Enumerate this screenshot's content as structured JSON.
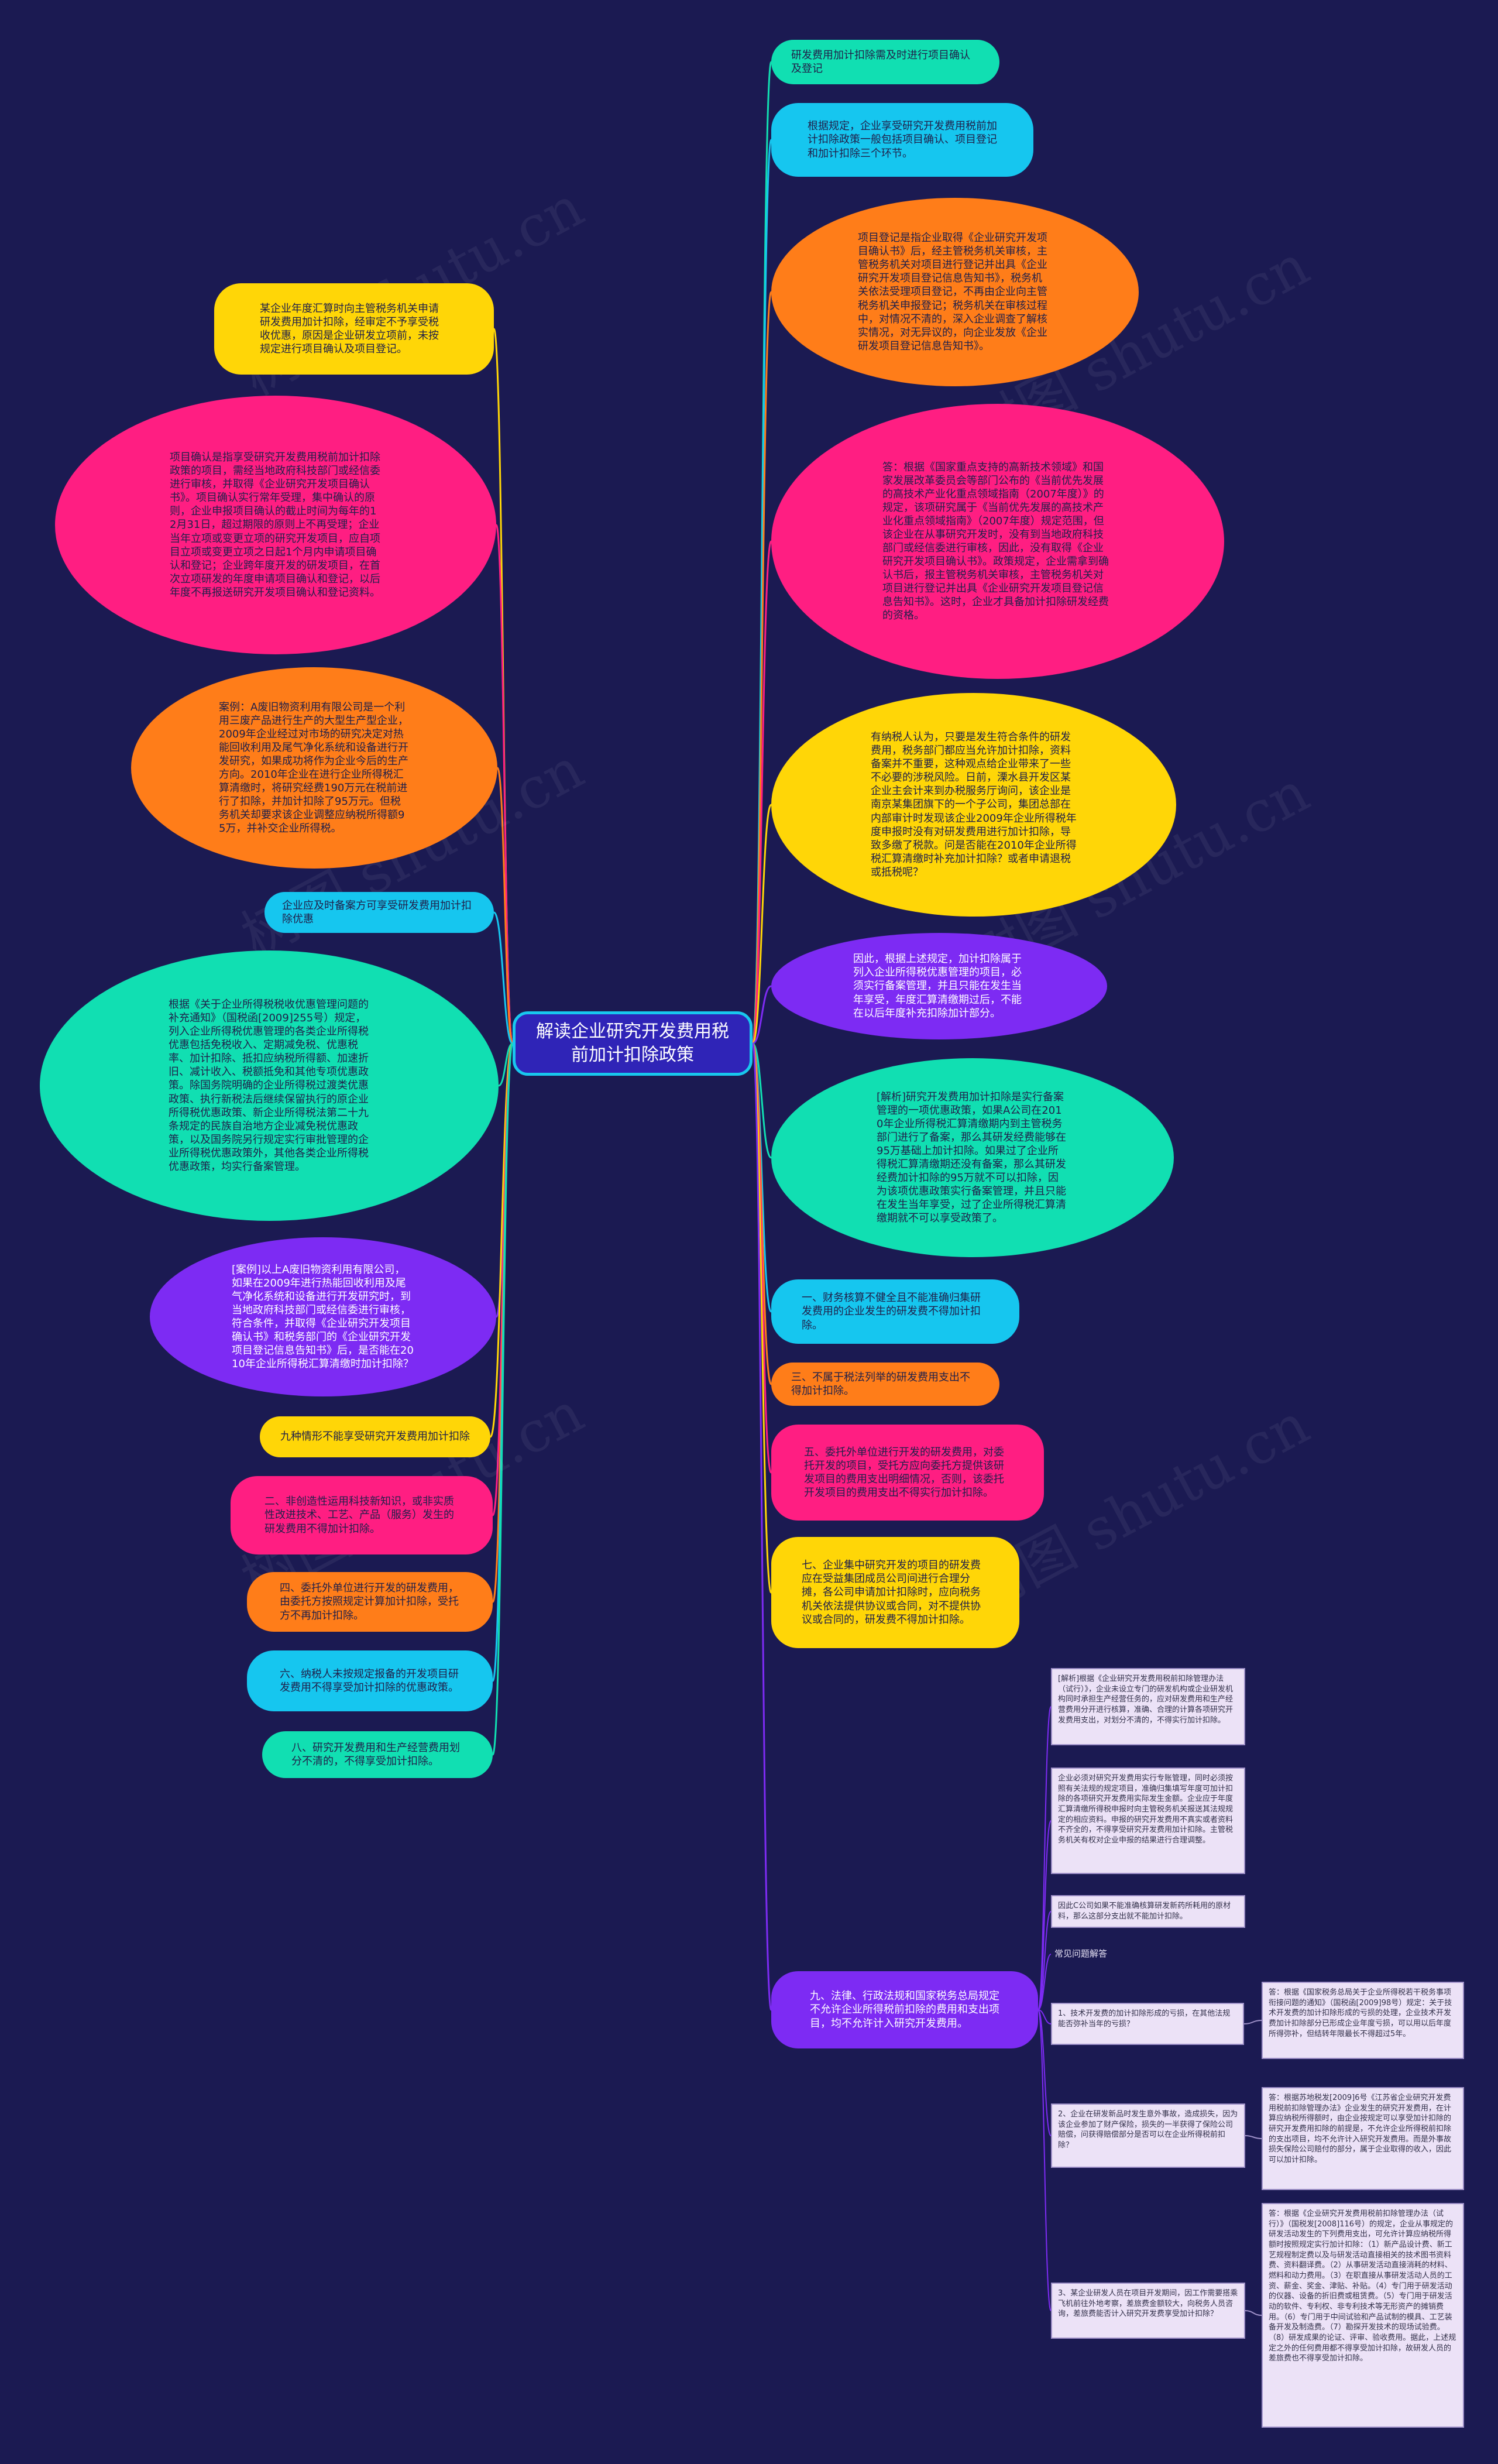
{
  "root": {
    "title": "解读企业研究开发费用税前加计扣除政策"
  },
  "colors": {
    "background": "#1b1a52",
    "root_fill": "#2f24b7",
    "root_border": "#18c7ee",
    "teal": "#11dfb2",
    "cyan": "#16c6ef",
    "orange": "#ff7d19",
    "magenta": "#ff1e82",
    "yellow": "#ffd607",
    "purple": "#7d2bf3",
    "note": "#ece2f7"
  },
  "right_nodes": [
    {
      "text": "研发费用加计扣除需及时进行项目确认及登记"
    },
    {
      "text": "根据规定，企业享受研究开发费用税前加计扣除政策一般包括项目确认、项目登记和加计扣除三个环节。"
    },
    {
      "text": "项目登记是指企业取得《企业研究开发项目确认书》后，经主管税务机关审核，主管税务机关对项目进行登记并出具《企业研究开发项目登记信息告知书》，税务机关依法受理项目登记，不再由企业向主管税务机关申报登记；税务机关在审核过程中，对情况不清的，深入企业调查了解核实情况，对无异议的，向企业发放《企业研发项目登记信息告知书》。"
    },
    {
      "text": "答：根据《国家重点支持的高新技术领域》和国家发展改革委员会等部门公布的《当前优先发展的高技术产业化重点领域指南（2007年度）》的规定，该项研究属于《当前优先发展的高技术产业化重点领域指南》（2007年度）规定范围，但该企业在从事研究开发时，没有到当地政府科技部门或经信委进行审核，因此，没有取得《企业研究开发项目确认书》。政策规定，企业需拿到确认书后，报主管税务机关审核，主管税务机关对项目进行登记并出具《企业研究开发项目登记信息告知书》。这时，企业才具备加计扣除研发经费的资格。"
    },
    {
      "text": "有纳税人认为，只要是发生符合条件的研发费用，税务部门都应当允许加计扣除，资料备案并不重要，这种观点给企业带来了一些不必要的涉税风险。日前，溧水县开发区某企业主会计来到办税服务厅询问，该企业是南京某集团旗下的一个子公司，集团总部在内部审计时发现该企业2009年企业所得税年度申报时没有对研发费用进行加计扣除，导致多缴了税款。问是否能在2010年企业所得税汇算清缴时补充加计扣除？或者申请退税或抵税呢？"
    },
    {
      "text": "因此，根据上述规定，加计扣除属于列入企业所得税优惠管理的项目，必须实行备案管理，并且只能在发生当年享受，年度汇算清缴期过后，不能在以后年度补充扣除加计部分。"
    },
    {
      "text": "[解析]研究开发费用加计扣除是实行备案管理的一项优惠政策，如果A公司在2010年企业所得税汇算清缴期内到主管税务部门进行了备案，那么其研发经费能够在95万基础上加计扣除。如果过了企业所得税汇算清缴期还没有备案，那么其研发经费加计扣除的95万就不可以扣除，因为该项优惠政策实行备案管理，并且只能在发生当年享受，过了企业所得税汇算清缴期就不可以享受政策了。"
    },
    {
      "text": "一、财务核算不健全且不能准确归集研发费用的企业发生的研发费不得加计扣除。"
    },
    {
      "text": "三、不属于税法列举的研发费用支出不得加计扣除。"
    },
    {
      "text": "五、委托外单位进行开发的研发费用，对委托开发的项目，受托方应向委托方提供该研发项目的费用支出明细情况，否则，该委托开发项目的费用支出不得实行加计扣除。"
    },
    {
      "text": "七、企业集中研究开发的项目的研发费应在受益集团成员公司间进行合理分摊，各公司申请加计扣除时，应向税务机关依法提供协议或合同，对不提供协议或合同的，研发费不得加计扣除。"
    },
    {
      "text": "九、法律、行政法规和国家税务总局规定不允许企业所得税前扣除的费用和支出项目，均不允许计入研究开发费用。"
    }
  ],
  "left_nodes": [
    {
      "text": "某企业年度汇算时向主管税务机关申请研发费用加计扣除，经审定不予享受税收优惠，原因是企业研发立项前，未按规定进行项目确认及项目登记。"
    },
    {
      "text": "项目确认是指享受研究开发费用税前加计扣除政策的项目，需经当地政府科技部门或经信委进行审核，并取得《企业研究开发项目确认书》。项目确认实行常年受理，集中确认的原则，企业申报项目确认的截止时间为每年的12月31日，超过期限的原则上不再受理；企业当年立项或变更立项的研究开发项目，应自项目立项或变更立项之日起1个月内申请项目确认和登记；企业跨年度开发的研发项目，在首次立项研发的年度申请项目确认和登记，以后年度不再报送研究开发项目确认和登记资料。"
    },
    {
      "text": "案例：A废旧物资利用有限公司是一个利用三废产品进行生产的大型生产型企业，2009年企业经过对市场的研究决定对热能回收利用及尾气净化系统和设备进行开发研究，如果成功将作为企业今后的生产方向。2010年企业在进行企业所得税汇算清缴时，将研究经费190万元在税前进行了扣除，并加计扣除了95万元。但税务机关却要求该企业调整应纳税所得额95万，并补交企业所得税。"
    },
    {
      "text": "企业应及时备案方可享受研发费用加计扣除优惠"
    },
    {
      "text": "根据《关于企业所得税税收优惠管理问题的补充通知》（国税函[2009]255号）规定，列入企业所得税优惠管理的各类企业所得税优惠包括免税收入、定期减免税、优惠税率、加计扣除、抵扣应纳税所得额、加速折旧、减计收入、税额抵免和其他专项优惠政策。除国务院明确的企业所得税过渡类优惠政策、执行新税法后继续保留执行的原企业所得税优惠政策、新企业所得税法第二十九条规定的民族自治地方企业减免税优惠政策，以及国务院另行规定实行审批管理的企业所得税优惠政策外，其他各类企业所得税优惠政策，均实行备案管理。"
    },
    {
      "text": "[案例]以上A废旧物资利用有限公司，如果在2009年进行热能回收利用及尾气净化系统和设备进行开发研究时，到当地政府科技部门或经信委进行审核，符合条件，并取得《企业研究开发项目确认书》和税务部门的《企业研究开发项目登记信息告知书》后，是否能在2010年企业所得税汇算清缴时加计扣除？"
    },
    {
      "text": "九种情形不能享受研究开发费用加计扣除"
    },
    {
      "text": "二、非创造性运用科技新知识，或非实质性改进技术、工艺、产品（服务）发生的研发费用不得加计扣除。"
    },
    {
      "text": "四、委托外单位进行开发的研发费用，由委托方按照规定计算加计扣除，受托方不再加计扣除。"
    },
    {
      "text": "六、纳税人未按规定报备的开发项目研发费用不得享受加计扣除的优惠政策。"
    },
    {
      "text": "八、研究开发费用和生产经营费用划分不清的，不得享受加计扣除。"
    }
  ],
  "notes": [
    {
      "text": "[解析]根据《企业研究开发费用税前扣除管理办法（试行）》，企业未设立专门的研发机构或企业研发机构同时承担生产经营任务的，应对研发费用和生产经营费用分开进行核算，准确、合理的计算各项研究开发费用支出，对划分不清的，不得实行加计扣除。"
    },
    {
      "text": "企业必须对研究开发费用实行专账管理，同时必须按照有关法规的规定项目，准确归集填写年度可加计扣除的各项研究开发费用实际发生金额。企业应于年度汇算清缴所得税申报时向主管税务机关报送其法规规定的相应资料。申报的研究开发费用不真实或者资料不齐全的，不得享受研究开发费用加计扣除。主管税务机关有权对企业申报的结果进行合理调整。"
    },
    {
      "text": "因此C公司如果不能准确核算研发新药所耗用的原材料，那么这部分支出就不能加计扣除。"
    },
    {
      "text": "常见问题解答"
    },
    {
      "text": "1、技术开发费的加计扣除形成的亏损，在其他法规能否弥补当年的亏损？"
    },
    {
      "text": "答：根据《国家税务总局关于企业所得税若干税务事项衔接问题的通知》（国税函[2009]98号）规定：关于技术开发费的加计扣除形成的亏损的处理，企业技术开发费加计扣除部分已形成企业年度亏损，可以用以后年度所得弥补，但结转年限最长不得超过5年。"
    },
    {
      "text": "2、企业在研发新品时发生意外事故，造成损失，因为该企业参加了财产保险，损失的一半获得了保险公司赔偿，问获得赔偿部分是否可以在企业所得税前扣除？"
    },
    {
      "text": "答：根据苏地税发[2009]6号《江苏省企业研究开发费用税前扣除管理办法》企业发生的研究开发费用，在计算应纳税所得额时，由企业按规定可以享受加计扣除的研究开发费用扣除的前提是，不允许企业所得税前扣除的支出项目，均不允许计入研究开发费用。而是外事故损失保险公司赔付的部分，属于企业取得的收入，因此可以加计扣除。"
    },
    {
      "text": "3、某企业研发人员在项目开发期间，因工作需要搭乘飞机前往外地考察，差旅费金额较大，向税务人员咨询，差旅费能否计入研究开发费享受加计扣除？"
    },
    {
      "text": "答：根据《企业研究开发费用税前扣除管理办法（试行）》（国税发[2008]116号）的规定，企业从事规定的研发活动发生的下列费用支出，可允许计算应纳税所得额时按照规定实行加计扣除：（1）新产品设计费、新工艺规程制定费以及与研发活动直接相关的技术图书资料费、资料翻译费。（2）从事研发活动直接消耗的材料、燃料和动力费用。（3）在职直接从事研发活动人员的工资、薪金、奖金、津贴、补贴。（4）专门用于研发活动的仪器、设备的折旧费或租赁费。（5）专门用于研发活动的软件、专利权、非专利技术等无形资产的摊销费用。（6）专门用于中间试验和产品试制的模具、工艺装备开发及制造费。（7）勘探开发技术的现场试验费。（8）研发成果的论证、评审、验收费用。据此，上述规定之外的任何费用都不得享受加计扣除，故研发人员的差旅费也不得享受加计扣除。"
    }
  ],
  "watermarks": [
    "树图 shutu.cn",
    "树图 shutu.cn",
    "树图 shutu.cn",
    "树图 shutu.cn",
    "树图 shutu.cn",
    "树图 shutu.cn"
  ]
}
